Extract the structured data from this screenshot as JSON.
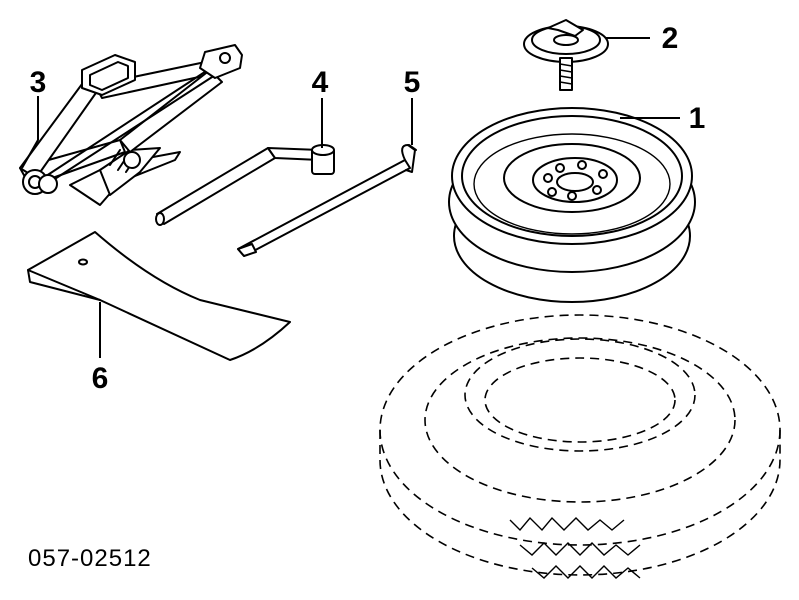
{
  "diagram": {
    "part_code": "057-02512",
    "callouts": {
      "tire_wheel": "1",
      "bolt": "2",
      "jack": "3",
      "wrench": "4",
      "handle": "5",
      "tool_bag": "6"
    }
  }
}
